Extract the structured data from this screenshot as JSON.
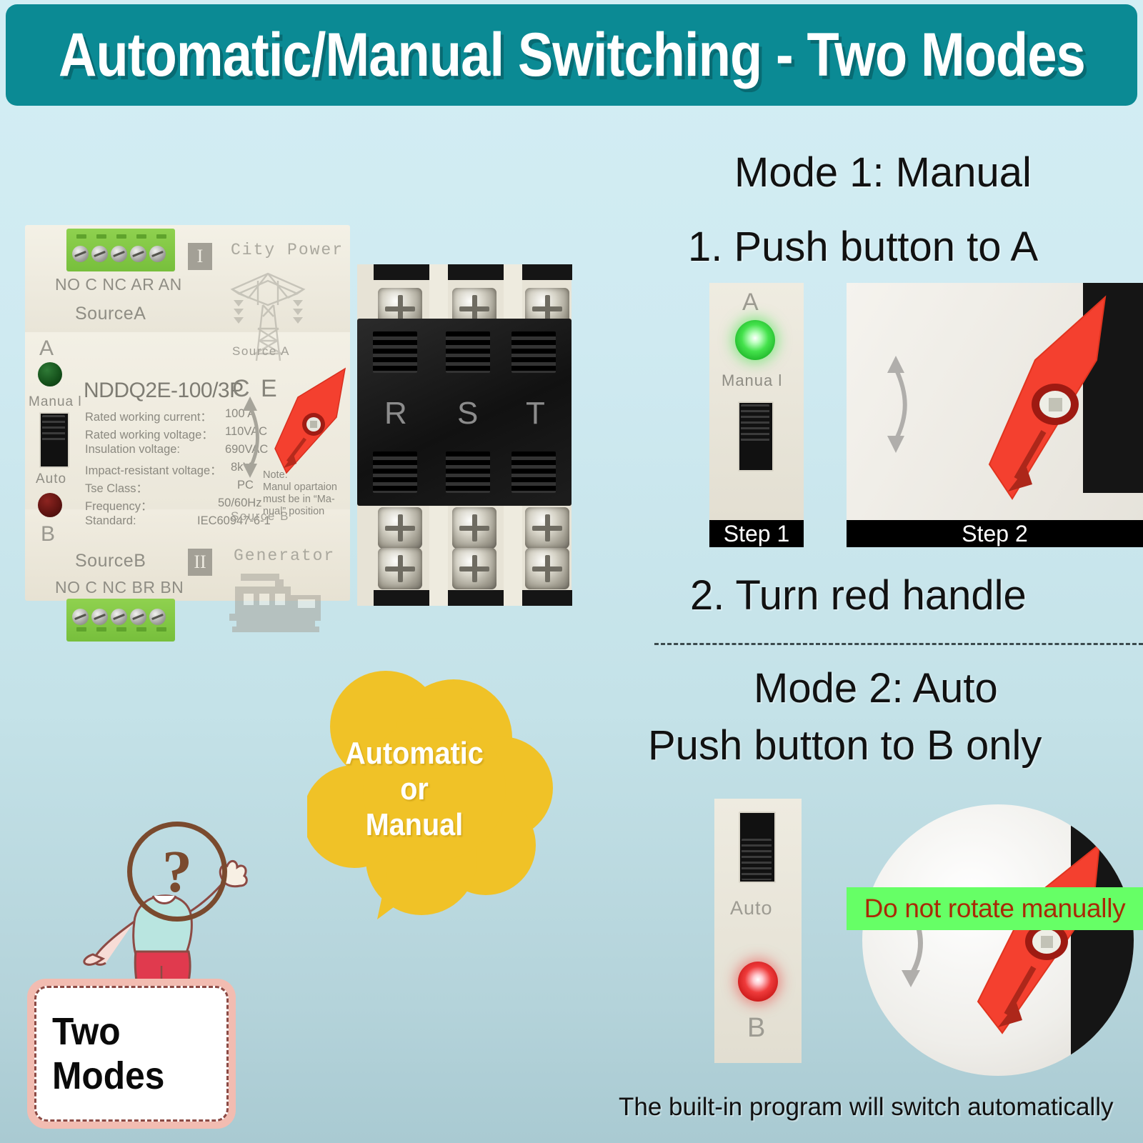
{
  "header": {
    "title": "Automatic/Manual Switching - Two Modes",
    "bg_color": "#0b8a94",
    "text_color": "#ffffff"
  },
  "background": {
    "top_color": "#d3eef4",
    "bottom_color": "#a9cad2"
  },
  "device": {
    "model": "NDDQ2E-100/3P",
    "ce_mark": "C E",
    "source_a": {
      "terminals": "NO C NC AR AN",
      "label": "SourceA",
      "roman": "I",
      "pictogram_label": "City Power",
      "pictogram_icon": "transmission-tower-icon",
      "mini_label": "Source A"
    },
    "source_b": {
      "terminals": "NO C NC BR BN",
      "label": "SourceB",
      "roman": "II",
      "pictogram_label": "Generator",
      "pictogram_icon": "generator-set-icon",
      "mini_label": "Source  B"
    },
    "indicators": {
      "letter_a": "A",
      "letter_b": "B",
      "manual_label": "Manua l",
      "auto_label": "Auto",
      "led_a_state": "off",
      "led_b_state": "off",
      "toggle_position": "up"
    },
    "specs": [
      {
        "name": "Rated working current：",
        "value": "100 A"
      },
      {
        "name": "Rated working voltage：",
        "value": "110VAC"
      },
      {
        "name": "Insulation voltage:",
        "value": "690VAC"
      },
      {
        "name": "Impact-resistant voltage：",
        "value": "8kV"
      },
      {
        "name": "Tse  Class：",
        "value": "PC"
      },
      {
        "name": "Frequency：",
        "value": "50/60Hz"
      },
      {
        "name": "Standard:",
        "value": "IEC60947-6-1"
      }
    ],
    "note": "Note:\nManul opartaion\nmust be in “Ma-\nnual” position",
    "terminal_cover": {
      "phases": [
        "R",
        "S",
        "T"
      ],
      "color": "#151515"
    }
  },
  "mode1": {
    "title": "Mode 1: Manual",
    "step1_text": "1. Push button to A",
    "step2_text": "2. Turn red handle",
    "photo_step1": {
      "caption": "Step 1",
      "letter": "A",
      "manual_label": "Manua l",
      "led_color": "#44e24c",
      "toggle_position": "up"
    },
    "photo_step2": {
      "caption": "Step 2",
      "handle_color": "#f4402f",
      "rotation_icon": "double-curved-arrow-icon"
    }
  },
  "mode2": {
    "title": "Mode 2: Auto",
    "subtitle": "Push button to B only",
    "photo_auto": {
      "auto_label": "Auto",
      "letter": "B",
      "led_color": "#ef3b3b",
      "toggle_position": "down"
    },
    "photo_warning": {
      "banner_text": "Do not rotate manually",
      "banner_bg": "#66ff66",
      "banner_text_color": "#a92a06",
      "handle_color": "#f4402f"
    },
    "footer_note": "The built-in program will switch automatically"
  },
  "bubble": {
    "lines": [
      "Automatic",
      "or",
      "Manual"
    ],
    "bg_color": "#f0c227",
    "text_color": "#ffffff"
  },
  "badge": {
    "label": "Two Modes",
    "border_color": "#f2bcb1",
    "character_icon": "question-mark-person-icon",
    "question_mark": "?"
  }
}
